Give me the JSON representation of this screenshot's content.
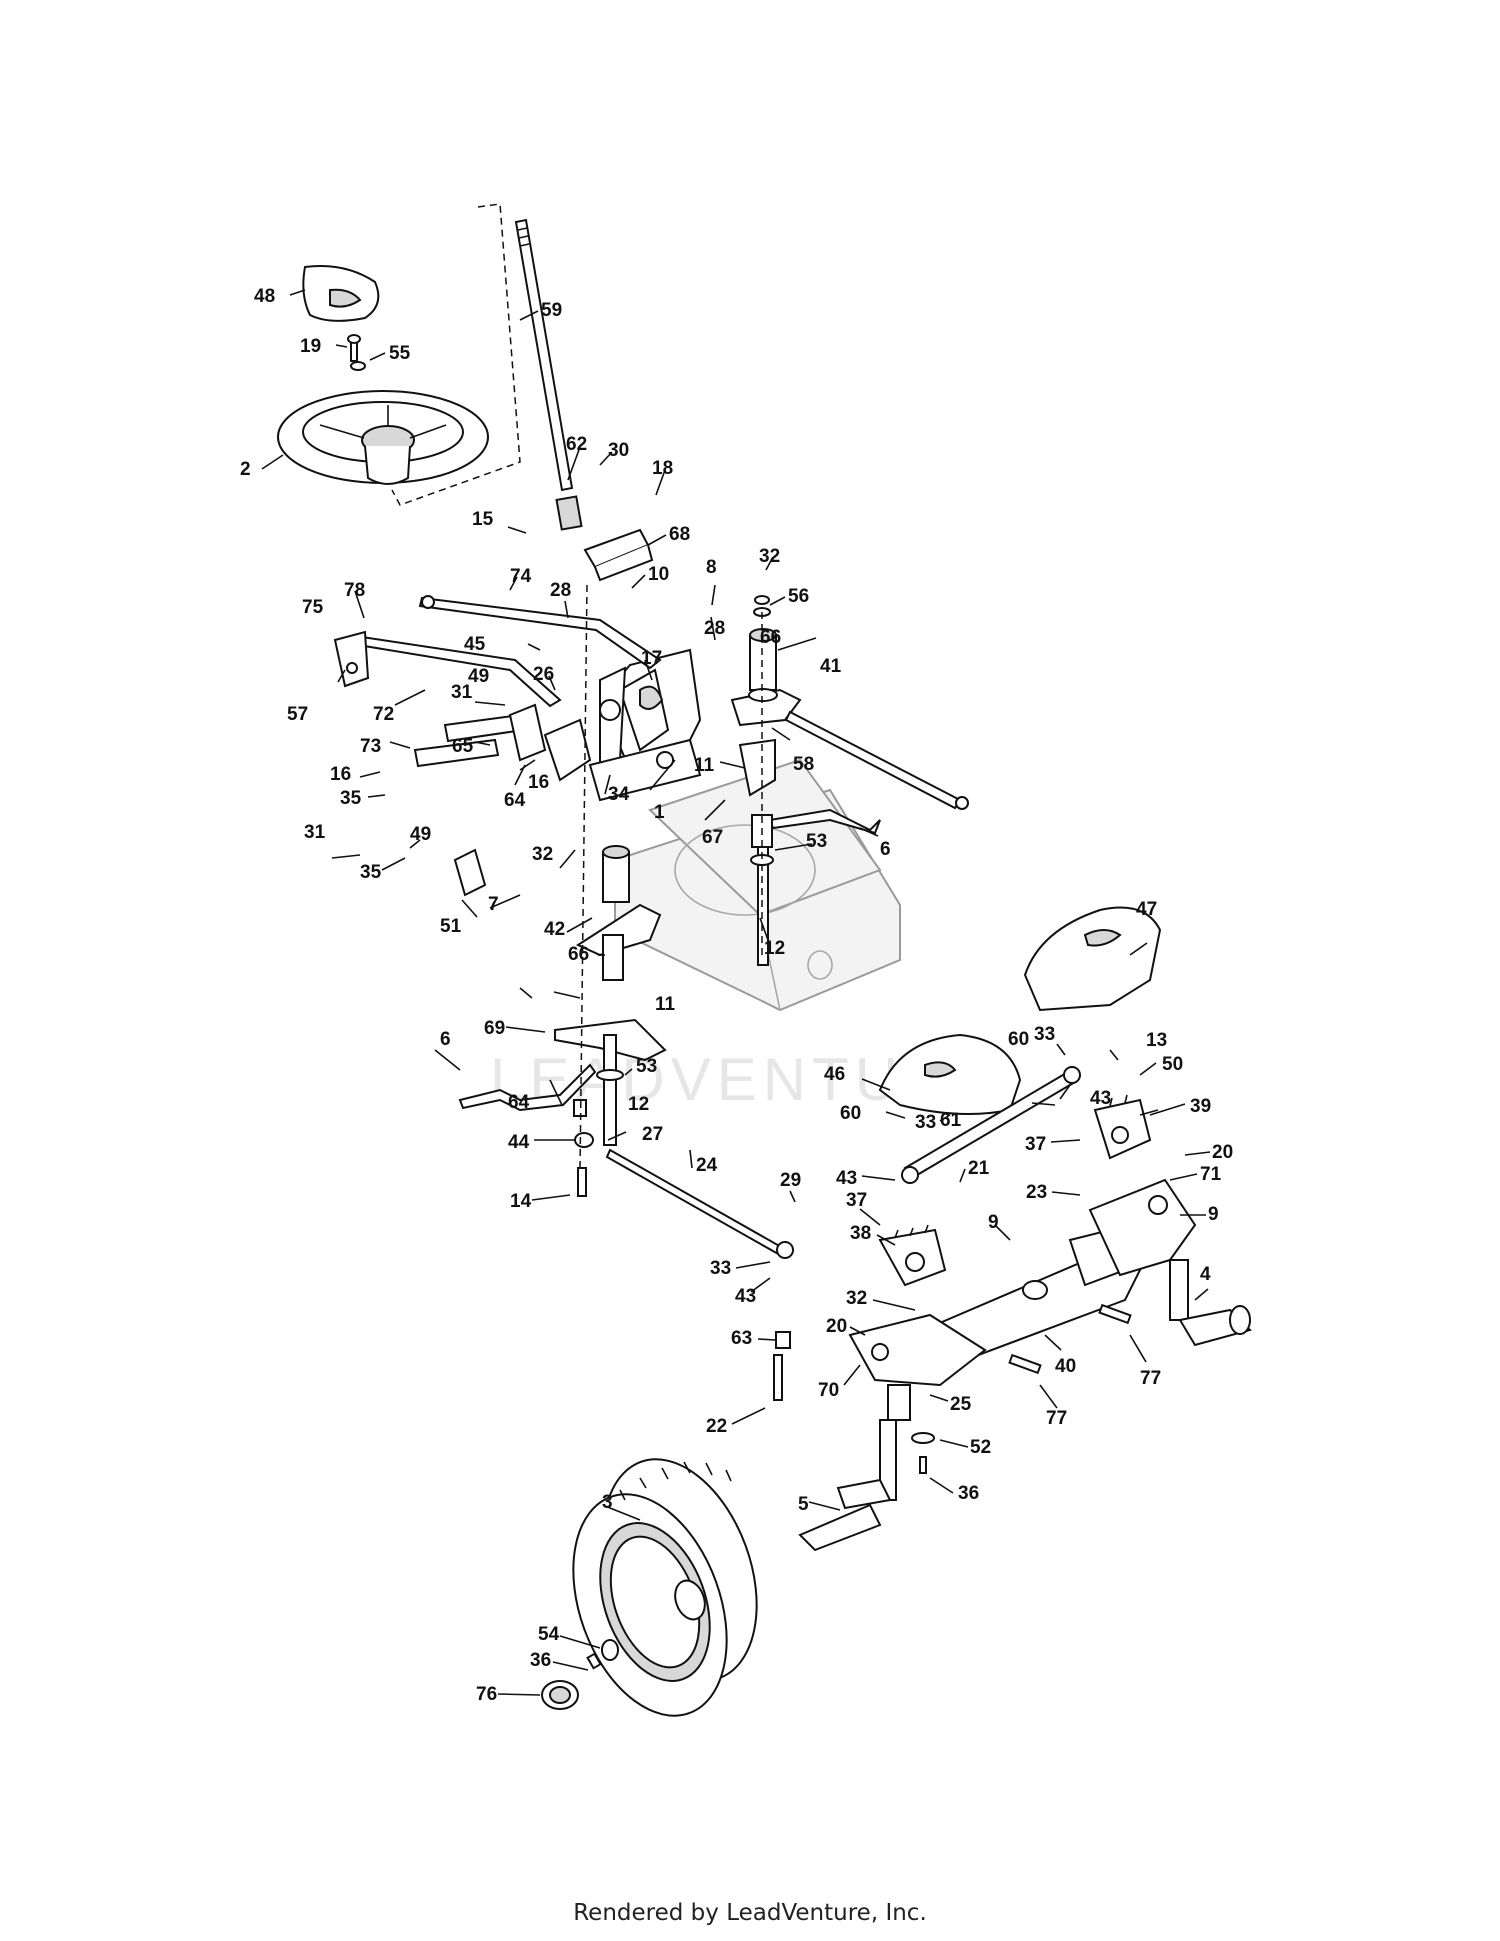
{
  "footer_text": "Rendered by LeadVenture, Inc.",
  "watermark_text": "LEADVENTURE",
  "callouts": [
    {
      "id": "2",
      "text": "2"
    },
    {
      "id": "48",
      "text": "48"
    },
    {
      "id": "19",
      "text": "19"
    },
    {
      "id": "55",
      "text": "55"
    },
    {
      "id": "59",
      "text": "59"
    },
    {
      "id": "62",
      "text": "62"
    },
    {
      "id": "30",
      "text": "30"
    },
    {
      "id": "18",
      "text": "18"
    },
    {
      "id": "15",
      "text": "15"
    },
    {
      "id": "68",
      "text": "68"
    },
    {
      "id": "10",
      "text": "10"
    },
    {
      "id": "8",
      "text": "8"
    },
    {
      "id": "32a",
      "text": "32"
    },
    {
      "id": "56",
      "text": "56"
    },
    {
      "id": "74",
      "text": "74"
    },
    {
      "id": "78",
      "text": "78"
    },
    {
      "id": "28a",
      "text": "28"
    },
    {
      "id": "28b",
      "text": "28"
    },
    {
      "id": "66a",
      "text": "66"
    },
    {
      "id": "75",
      "text": "75"
    },
    {
      "id": "45",
      "text": "45"
    },
    {
      "id": "17",
      "text": "17"
    },
    {
      "id": "41",
      "text": "41"
    },
    {
      "id": "26",
      "text": "26"
    },
    {
      "id": "49a",
      "text": "49"
    },
    {
      "id": "57",
      "text": "57"
    },
    {
      "id": "72",
      "text": "72"
    },
    {
      "id": "31a",
      "text": "31"
    },
    {
      "id": "58",
      "text": "58"
    },
    {
      "id": "73",
      "text": "73"
    },
    {
      "id": "65",
      "text": "65"
    },
    {
      "id": "11a",
      "text": "11"
    },
    {
      "id": "16a",
      "text": "16"
    },
    {
      "id": "16b",
      "text": "16"
    },
    {
      "id": "35a",
      "text": "35"
    },
    {
      "id": "64a",
      "text": "64"
    },
    {
      "id": "34",
      "text": "34"
    },
    {
      "id": "1",
      "text": "1"
    },
    {
      "id": "67",
      "text": "67"
    },
    {
      "id": "53a",
      "text": "53"
    },
    {
      "id": "6a",
      "text": "6"
    },
    {
      "id": "49b",
      "text": "49"
    },
    {
      "id": "31b",
      "text": "31"
    },
    {
      "id": "32b",
      "text": "32"
    },
    {
      "id": "35b",
      "text": "35"
    },
    {
      "id": "7",
      "text": "7"
    },
    {
      "id": "51",
      "text": "51"
    },
    {
      "id": "42",
      "text": "42"
    },
    {
      "id": "12a",
      "text": "12"
    },
    {
      "id": "66b",
      "text": "66"
    },
    {
      "id": "47",
      "text": "47"
    },
    {
      "id": "69",
      "text": "69"
    },
    {
      "id": "11b",
      "text": "11"
    },
    {
      "id": "6b",
      "text": "6"
    },
    {
      "id": "53b",
      "text": "53"
    },
    {
      "id": "64b",
      "text": "64"
    },
    {
      "id": "12b",
      "text": "12"
    },
    {
      "id": "60a",
      "text": "60"
    },
    {
      "id": "13",
      "text": "13"
    },
    {
      "id": "33a",
      "text": "33"
    },
    {
      "id": "46",
      "text": "46"
    },
    {
      "id": "43a",
      "text": "43"
    },
    {
      "id": "50",
      "text": "50"
    },
    {
      "id": "39",
      "text": "39"
    },
    {
      "id": "60b",
      "text": "60"
    },
    {
      "id": "33b",
      "text": "33"
    },
    {
      "id": "61",
      "text": "61"
    },
    {
      "id": "44",
      "text": "44"
    },
    {
      "id": "27",
      "text": "27"
    },
    {
      "id": "37a",
      "text": "37"
    },
    {
      "id": "20a",
      "text": "20"
    },
    {
      "id": "24",
      "text": "24"
    },
    {
      "id": "43b",
      "text": "43"
    },
    {
      "id": "21",
      "text": "21"
    },
    {
      "id": "71",
      "text": "71"
    },
    {
      "id": "14",
      "text": "14"
    },
    {
      "id": "29",
      "text": "29"
    },
    {
      "id": "23",
      "text": "23"
    },
    {
      "id": "37b",
      "text": "37"
    },
    {
      "id": "9a",
      "text": "9"
    },
    {
      "id": "9b",
      "text": "9"
    },
    {
      "id": "38",
      "text": "38"
    },
    {
      "id": "33c",
      "text": "33"
    },
    {
      "id": "43c",
      "text": "43"
    },
    {
      "id": "4",
      "text": "4"
    },
    {
      "id": "32c",
      "text": "32"
    },
    {
      "id": "63",
      "text": "63"
    },
    {
      "id": "20b",
      "text": "20"
    },
    {
      "id": "40",
      "text": "40"
    },
    {
      "id": "77a",
      "text": "77"
    },
    {
      "id": "70",
      "text": "70"
    },
    {
      "id": "25",
      "text": "25"
    },
    {
      "id": "77b",
      "text": "77"
    },
    {
      "id": "22",
      "text": "22"
    },
    {
      "id": "52",
      "text": "52"
    },
    {
      "id": "36a",
      "text": "36"
    },
    {
      "id": "3",
      "text": "3"
    },
    {
      "id": "5",
      "text": "5"
    },
    {
      "id": "54",
      "text": "54"
    },
    {
      "id": "36b",
      "text": "36"
    },
    {
      "id": "76",
      "text": "76"
    }
  ]
}
